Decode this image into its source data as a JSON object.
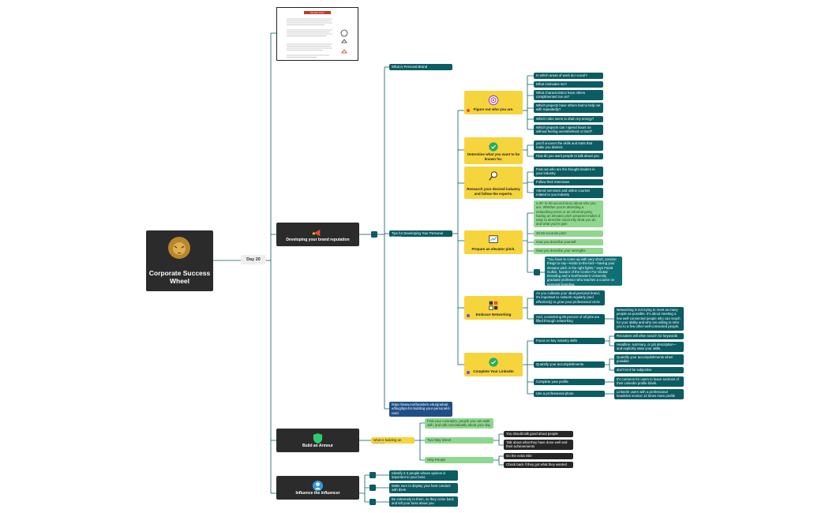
{
  "root": {
    "title": "Corporate Success Wheel"
  },
  "day_label": "Day 20",
  "thumbnail": {
    "title": "Sample Lesson"
  },
  "branches": {
    "brand": "Developing your brand reputation",
    "armour": "Build an Armour",
    "influence": "Influence the influencer"
  },
  "brand": {
    "what": "What is Personal Brand",
    "tips": "Tips for Developing Your Personal Brand",
    "link": "https://www.northeastern.edu/graduate/blog/tips-for-building-your-personal-brand",
    "tasks": {
      "figure": "Figure out who you are.",
      "determine": "Determine what you want to be known for.",
      "research": "Research your desired industry and follow the experts.",
      "elevator": "Prepare an elevator pitch.",
      "networking": "Embrace Networking",
      "linkedin": "Complete Your LinkedIn"
    },
    "figure_items": [
      "In which areas of work do I excel?",
      "What motivates me?",
      "What characteristics have others complimented me on?",
      "Which projects have others had to help me with repeatedly?",
      "Which roles seem to drain my energy?",
      "Which projects can I spend hours on without feeling overwhelmed or tired?"
    ],
    "determine_items": [
      "you'll uncover the skills and traits that make you distinct.",
      "How do you want people to talk about you"
    ],
    "research_items": [
      "Find out who are the thought leaders in your industry",
      "Follow their interviews",
      "Attend seminars and online courses related to you industry"
    ],
    "elevator_items": [
      "a 30- to 60-second story about who you are. Whether you're attending a networking event or an informal party, having an elevator pitch prepared makes it easy to describe succinctly what you do and what you're goin",
      "30-60 seconds pitch",
      "How you describe yourself",
      "How you describe your strengths"
    ],
    "elevator_quote": "\"You have to come up with very short, concise things to say—kinda to-the-fact—having your elevator pitch in the right fights,\" says Pamit Gulkin, founder of the Center For Global Branding and a Northeastern University graduate professor who teaches a course on personal branding.",
    "networking_items": [
      "As you cultivate your ideal personal brand, it's important to network regularly (and effectively) to grow your professional circle",
      "And, considering 85 percent of all jobs are filled through networking"
    ],
    "networking_detail": "Networking is not trying to meet as many people as possible. It's about meeting a few well-connected people who can vouch for your ability and who are willing to refer you to a few other well-connected people.",
    "linkedin_items": [
      "Focus on key industry skills",
      "Quantify your accomplishments.",
      "Complete your profile",
      "Use a professional photo"
    ],
    "linkedin_details": {
      "skills": [
        "Recruiters will often search for keywords",
        "Headline, summary, or job description—and explicitly state your skills."
      ],
      "quantify": [
        "Quantify your accomplishments when possible",
        "don't let it be subjective"
      ],
      "profile": "It's common for users to leave sections of their LinkedIn profile blank.",
      "photo": "LinkedIn users with a professional headshot receive 14 times more profile views"
    }
  },
  "armour": {
    "what": "what is building an armour",
    "top": "Find your comrades, people you can walk with, and talk nonchalantly about your day",
    "two_way": "Two Way Street",
    "two_way_items": [
      "You should talk good about people",
      "Talk about what they have done well and their achievements"
    ],
    "help": "Help People",
    "help_items": [
      "Go the extra mile",
      "Check back if they got what they wanted"
    ]
  },
  "influence": {
    "items": [
      "Identify 2-3 people whose opinion is important to your boss",
      "Make sure to display your best conduct with them",
      "Be extremely to them, so they come back and tell your boss about you"
    ]
  },
  "colors": {
    "teal": "#0b5c63",
    "green": "#8fd68f",
    "yellow": "#f6d43c",
    "dark": "#262626",
    "blue": "#1f4f86",
    "line": "#0b5c63"
  }
}
